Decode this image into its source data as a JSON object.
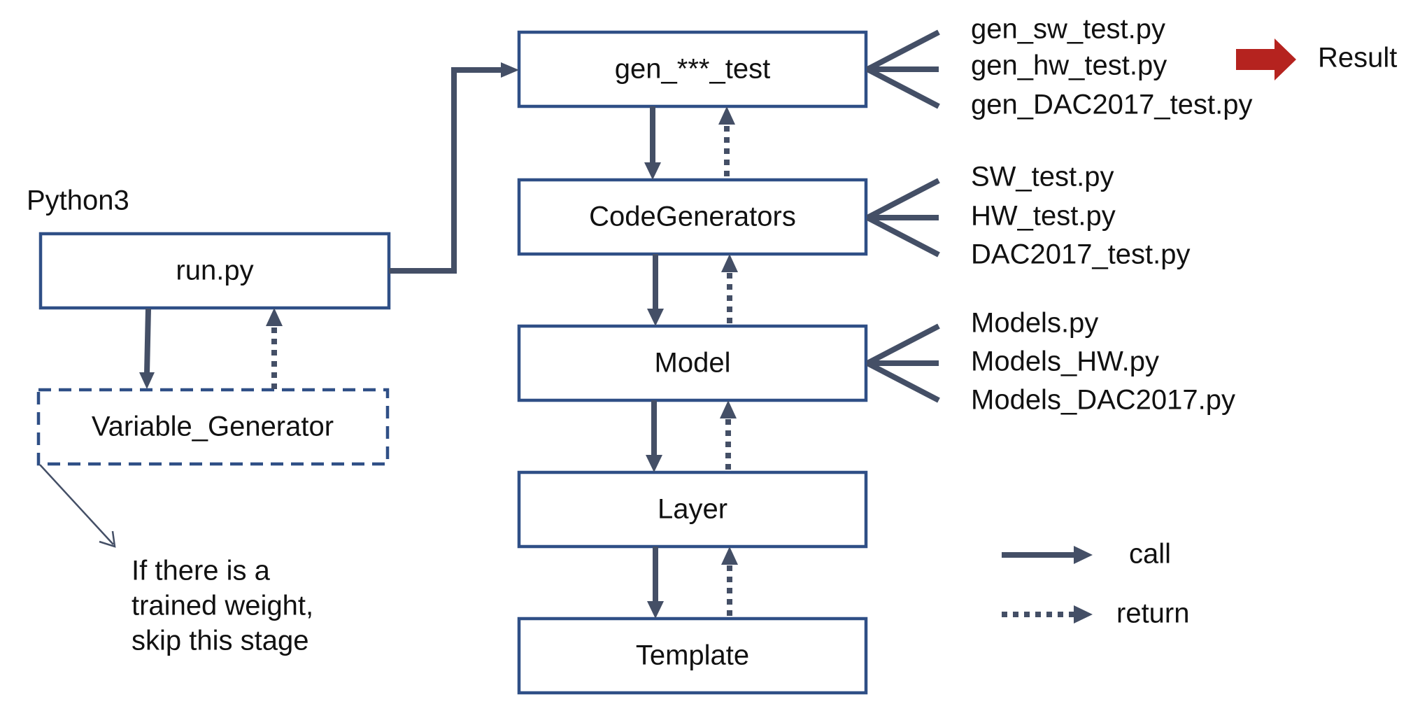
{
  "nodes": {
    "gen_test": "gen_***_test",
    "code_generators": "CodeGenerators",
    "model": "Model",
    "layer": "Layer",
    "template": "Template",
    "run": "run.py",
    "variable_generator": "Variable_Generator"
  },
  "runtime_label": "Python3",
  "file_groups": {
    "gen": [
      "gen_sw_test.py",
      "gen_hw_test.py",
      "gen_DAC2017_test.py"
    ],
    "codegen": [
      "SW_test.py",
      "HW_test.py",
      "DAC2017_test.py"
    ],
    "models": [
      "Models.py",
      "Models_HW.py",
      "Models_DAC2017.py"
    ]
  },
  "result_label": "Result",
  "note_lines": [
    "If there is a",
    "trained weight,",
    "skip this stage"
  ],
  "legend": {
    "call": "call",
    "return": "return"
  },
  "colors": {
    "box_stroke": "#2f4f86",
    "arrow": "#444f66",
    "result_arrow": "#b5231f"
  },
  "icons": {
    "result": "right-arrow-icon"
  }
}
